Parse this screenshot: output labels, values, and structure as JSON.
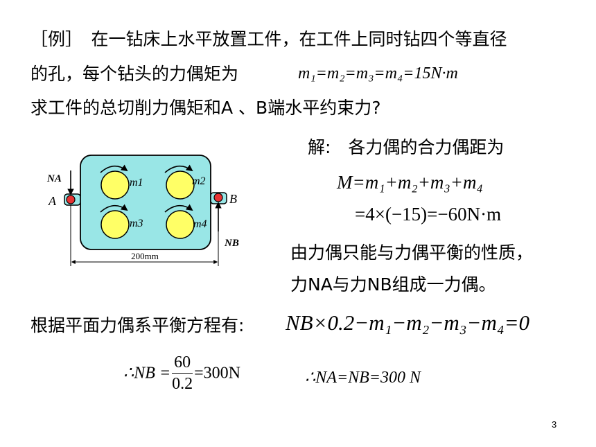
{
  "problem": {
    "line1": "［例］　在一钻床上水平放置工件，在工件上同时钻四个等直径",
    "line2": "的孔，每个钻头的力偶矩为",
    "given_moment": "m₁=m₂=m₃=m₄=15N·m",
    "line3": "求工件的总切削力偶矩和A 、B端水平约束力?"
  },
  "solution": {
    "heading": "解:　各力偶的合力偶距为",
    "sum_eq": "M=m₁+m₂+m₃+m₄",
    "sum_value": "=4×(−15)=−60N·m",
    "property_line1": "由力偶只能与力偶平衡的性质，",
    "property_line2": "力NA与力NB组成一力偶。",
    "equilibrium_label": "根据平面力偶系平衡方程有:",
    "equilibrium_eq": "NB×0.2−m₁−m₂−m₃−m₄=0",
    "result_nb_prefix": "∴NB =",
    "frac_num": "60",
    "frac_den": "0.2",
    "result_nb_value": "=300N",
    "result_na": "∴NA=NB=300 N"
  },
  "figure": {
    "label_na": "NA",
    "label_a": "A",
    "label_b": "B",
    "label_nb": "NB",
    "m1": "m1",
    "m2": "m2",
    "m3": "m3",
    "m4": "m4",
    "dimension": "200mm",
    "colors": {
      "plate": "#99E6E6",
      "hole": "#FFFF66",
      "pin": "#E63333"
    }
  },
  "page_number": "3"
}
